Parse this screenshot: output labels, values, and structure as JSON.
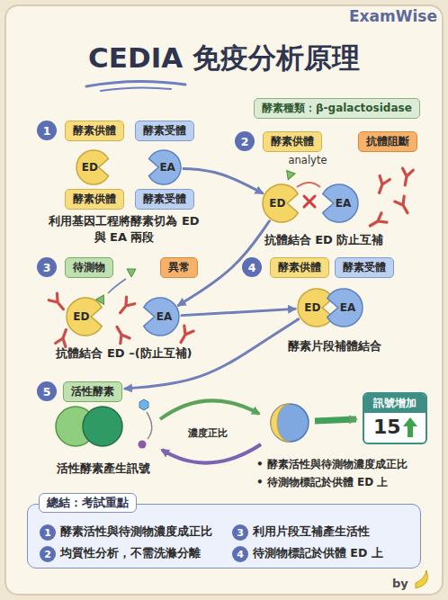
{
  "diagram": {
    "title": "CEDIA 免疫分析原理",
    "nodes": [
      {
        "text": [
          "酵素種類：β-galactosidase"
        ]
      },
      {
        "text": [
          "1"
        ]
      },
      {
        "text": [
          "酵素供體"
        ]
      },
      {
        "text": [
          "酵素受體"
        ]
      },
      {
        "text": [
          "ED"
        ]
      },
      {
        "text": [
          "EA"
        ]
      },
      {
        "text": [
          "酵素供體"
        ]
      },
      {
        "text": [
          "酵素受體"
        ]
      },
      {
        "text": [
          "2"
        ]
      },
      {
        "text": [
          "酵素供體"
        ]
      },
      {
        "text": [
          "抗體阻斷"
        ]
      },
      {
        "text": [
          "ED"
        ]
      },
      {
        "text": [
          "EA"
        ]
      },
      {
        "text": [
          "3"
        ]
      },
      {
        "text": [
          "待測物"
        ]
      },
      {
        "text": [
          "異常"
        ]
      },
      {
        "text": [
          "ED"
        ]
      },
      {
        "text": [
          "EA"
        ]
      },
      {
        "text": [
          "4"
        ]
      },
      {
        "text": [
          "酵素供體"
        ]
      },
      {
        "text": [
          "酵素受體"
        ]
      },
      {
        "text": [
          "ED"
        ]
      },
      {
        "text": [
          "EA"
        ]
      },
      {
        "text": [
          "5"
        ]
      },
      {
        "text": [
          "活性酵素"
        ]
      },
      {
        "text": [
          "訊號增加",
          "15"
        ]
      },
      {
        "text": [
          "總結：考試重點",
          "酵素活性與待測物濃度成正比",
          "均質性分析，不需洗滌分離",
          "利用片段互補產生活性",
          "待測物標記於供體 ED 上"
        ]
      },
      {
        "text": [
          "1"
        ],
        "in": 26
      },
      {
        "text": [
          "2"
        ],
        "in": 26
      },
      {
        "text": [
          "3"
        ],
        "in": 26
      },
      {
        "text": [
          "4"
        ],
        "in": 26
      }
    ],
    "edges": [
      {
        "from": 5,
        "to": 11,
        "arrow": "to"
      },
      {
        "from": 11,
        "to": 17,
        "arrow": "to"
      },
      {
        "from": 17,
        "to": 21,
        "arrow": "to"
      },
      {
        "from": 21,
        "to": 24,
        "arrow": "to"
      }
    ],
    "labels": [
      "ExamWise",
      "analyte",
      "利用基因工程將酵素切為 ED 與 EA 兩段",
      "抗體結合 ED 防止互補",
      "抗體結合 ED –(防止互補)",
      "酵素片段補體結合",
      "活性酵素產生訊號",
      "濃度正比",
      "• 酵素活性與待測物濃度成正比",
      "• 待測物標記於供體 ED 上",
      "by"
    ]
  }
}
